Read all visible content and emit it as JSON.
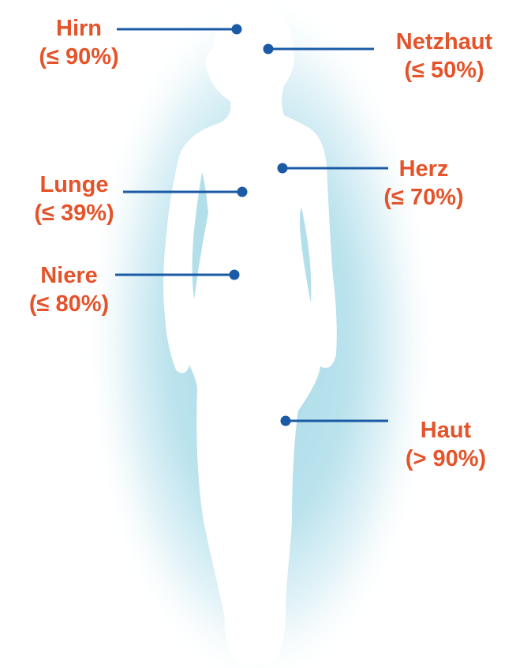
{
  "colors": {
    "label": "#e5532a",
    "leader": "#1b5aa5",
    "glow": "#a8dbe8",
    "silhouette": "#ffffff"
  },
  "organs": [
    {
      "id": "hirn",
      "name": "Hirn",
      "value": "(≤ 90%)"
    },
    {
      "id": "netzhaut",
      "name": "Netzhaut",
      "value": "(≤ 50%)"
    },
    {
      "id": "lunge",
      "name": "Lunge",
      "value": "(≤ 39%)"
    },
    {
      "id": "herz",
      "name": "Herz",
      "value": "(≤ 70%)"
    },
    {
      "id": "niere",
      "name": "Niere",
      "value": "(≤ 80%)"
    },
    {
      "id": "haut",
      "name": "Haut",
      "value": "(> 90%)"
    }
  ]
}
